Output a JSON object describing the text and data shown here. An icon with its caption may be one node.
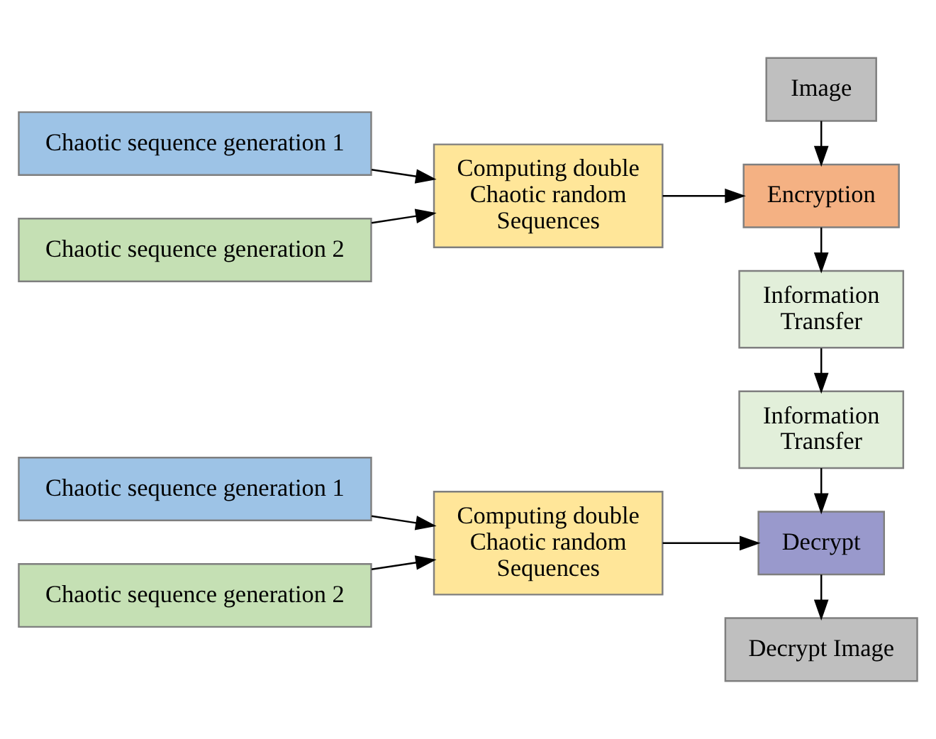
{
  "diagram": {
    "nodes": [
      {
        "text": [
          "Chaotic sequence generation 1"
        ]
      },
      {
        "text": [
          "Chaotic sequence generation 2"
        ]
      },
      {
        "text": [
          "Computing double Chaotic random Sequences"
        ]
      },
      {
        "text": [
          "Image"
        ]
      },
      {
        "text": [
          "Encryption"
        ]
      },
      {
        "text": [
          "Information Transfer"
        ]
      },
      {
        "text": [
          "Information Transfer"
        ]
      },
      {
        "text": [
          "Chaotic sequence generation 1"
        ]
      },
      {
        "text": [
          "Chaotic sequence generation 2"
        ]
      },
      {
        "text": [
          "Computing double Chaotic random Sequences"
        ]
      },
      {
        "text": [
          "Decrypt"
        ]
      },
      {
        "text": [
          "Decrypt Image"
        ]
      }
    ],
    "edges": [
      {
        "from": 0,
        "to": 2,
        "arrow": "to"
      },
      {
        "from": 1,
        "to": 2,
        "arrow": "to"
      },
      {
        "from": 2,
        "to": 4,
        "arrow": "to"
      },
      {
        "from": 3,
        "to": 4,
        "arrow": "to"
      },
      {
        "from": 4,
        "to": 5,
        "arrow": "to"
      },
      {
        "from": 5,
        "to": 6,
        "arrow": "to"
      },
      {
        "from": 7,
        "to": 9,
        "arrow": "to"
      },
      {
        "from": 8,
        "to": 9,
        "arrow": "to"
      },
      {
        "from": 9,
        "to": 10,
        "arrow": "to"
      },
      {
        "from": 6,
        "to": 10,
        "arrow": "to"
      },
      {
        "from": 10,
        "to": 11,
        "arrow": "to"
      }
    ]
  }
}
